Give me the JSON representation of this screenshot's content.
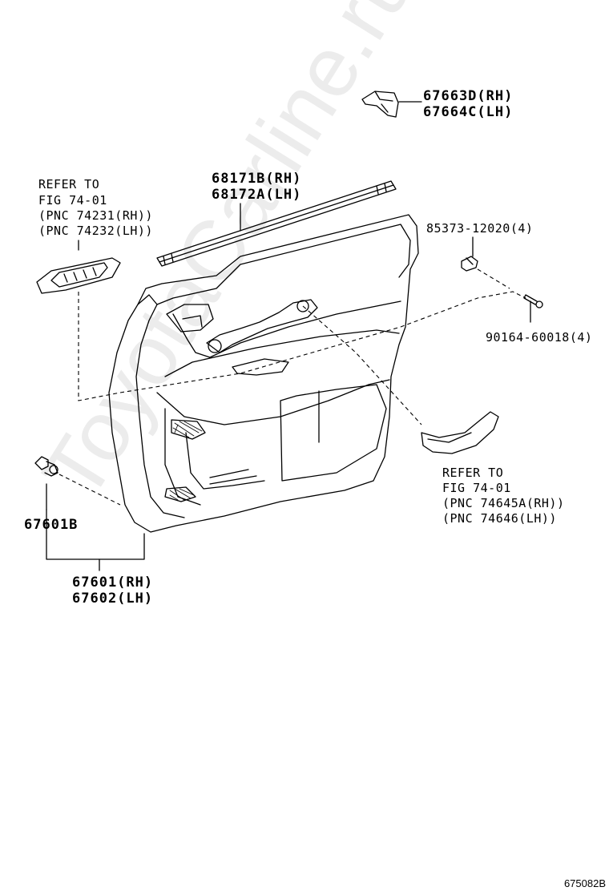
{
  "watermark": "ToyotaCarline.ru",
  "figure_number": "675082B",
  "labels": {
    "clip_top": [
      "67663D(RH)",
      "67664C(LH)"
    ],
    "refer_switch": [
      "REFER TO",
      "FIG 74-01",
      "(PNC 74231(RH))",
      "(PNC 74232(LH))"
    ],
    "weatherstrip": [
      "68171B(RH)",
      "68172A(LH)"
    ],
    "retainer": [
      "85373-12020(4)"
    ],
    "screw": [
      "90164-60018(4)"
    ],
    "refer_handle": [
      "REFER TO",
      "FIG 74-01",
      "(PNC 74645A(RH))",
      "(PNC 74646(LH))"
    ],
    "clip_bottom": [
      "67601B"
    ],
    "panel": [
      "67601(RH)",
      "67602(LH)"
    ]
  },
  "colors": {
    "line": "#000000",
    "watermark": "#ececec"
  }
}
